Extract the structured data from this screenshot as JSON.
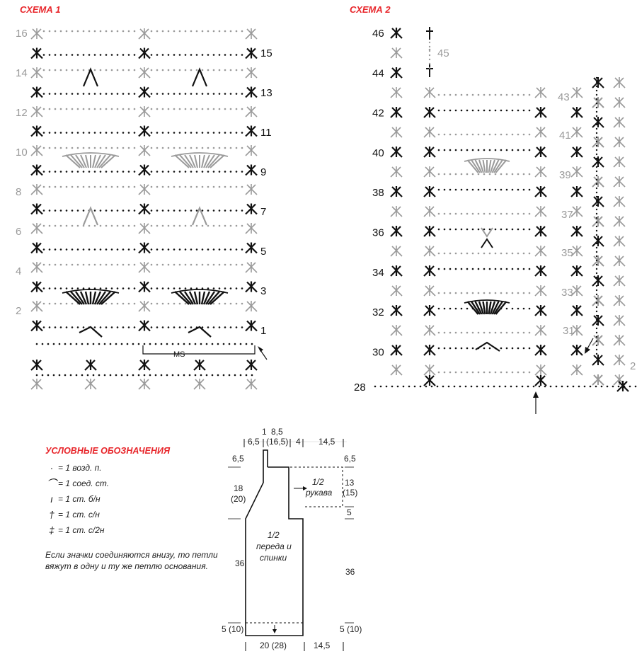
{
  "scheme1": {
    "title": "СХЕМА 1",
    "rows_dark": [
      "15",
      "13",
      "11",
      "9",
      "7",
      "5",
      "3",
      "1"
    ],
    "rows_light": [
      "16",
      "14",
      "12",
      "10",
      "8",
      "6",
      "4",
      "2"
    ],
    "repeat_label": "MS"
  },
  "scheme2": {
    "title": "СХЕМА 2",
    "rows_dark": [
      "46",
      "44",
      "42",
      "40",
      "38",
      "36",
      "34",
      "32",
      "30",
      "28"
    ],
    "rows_light": [
      "45",
      "43",
      "41",
      "39",
      "37",
      "35",
      "33",
      "31"
    ],
    "edge_mark": "2"
  },
  "legend": {
    "title": "УСЛОВНЫЕ ОБОЗНАЧЕНИЯ",
    "items": [
      {
        "symbol": "·",
        "text": "= 1 возд. п."
      },
      {
        "symbol": "⌒",
        "text": "= 1 соед. ст."
      },
      {
        "symbol": "ı",
        "text": "= 1 ст. б/н"
      },
      {
        "symbol": "†",
        "text": "= 1 ст. с/н"
      },
      {
        "symbol": "‡",
        "text": "= 1 ст. с/2н"
      }
    ],
    "note": "Если значки соединяются внизу, то петли вяжут в одну и ту же петлю основания."
  },
  "pattern": {
    "top_dims": [
      "6,5",
      "1",
      "8,5",
      "(16,5)",
      "4",
      "14,5"
    ],
    "left_dims": [
      "6,5",
      "18",
      "(20)",
      "36",
      "5 (10)"
    ],
    "right_dims": [
      "6,5",
      "13",
      "(15)",
      "5",
      "36",
      "5 (10)"
    ],
    "bottom_dims": [
      "20 (28)",
      "14,5"
    ],
    "piece_body": [
      "1/2",
      "переда и",
      "спинки"
    ],
    "piece_sleeve": [
      "1/2",
      "рукава"
    ]
  },
  "colors": {
    "accent": "#e8262b",
    "dark": "#111111",
    "light": "#9a9a9a"
  }
}
